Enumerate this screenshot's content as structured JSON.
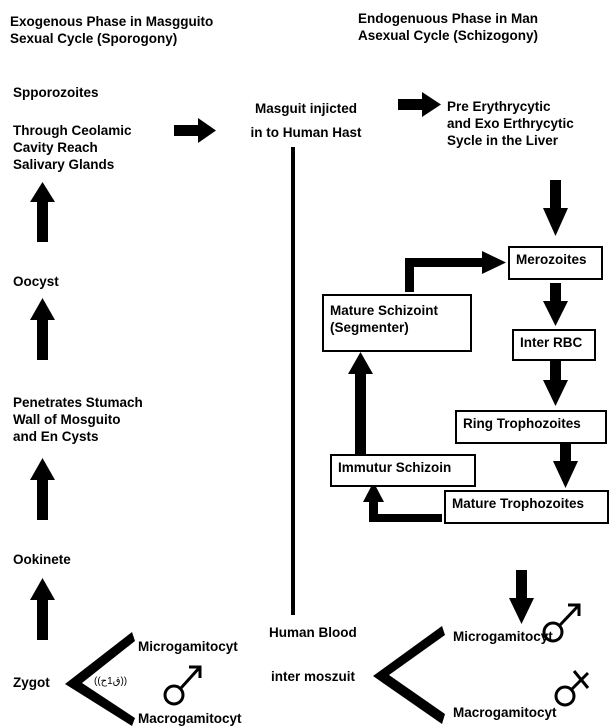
{
  "headers": {
    "left": "Exogenous Phase in Masgguito\n  Sexual Cycle (Sporogony)",
    "right": "Endogenuous Phase in Man\nAsexual Cycle (Schizogony)"
  },
  "exogenous": {
    "sporozoites": "Spporozoites",
    "ceolamic": "Through Ceolamic\nCavity Reach\nSalivary Glands",
    "oocyst": "Oocyst",
    "stomach": "Penetrates Stumach\nWall of Mosguito\nand En Cysts",
    "ookinete": "Ookinete",
    "zygote": "Zygot",
    "symbol": "((ق1ح))",
    "microgametocyte": "Microgamitocyt",
    "macrogametocyte": "Macrogamitocyt"
  },
  "center": {
    "injected": "Masguit injicted\nin to Human Hast",
    "human_blood": "Human Blood",
    "inter_mosquito": "inter moszuit"
  },
  "endogenous": {
    "pre_erythrocytic": "Pre Erythrycytic\nand Exo Erthrycytic\nSycle in the Liver",
    "merozoites": "Merozoites",
    "inter_rbc": "Inter RBC",
    "ring_trophozoites": "Ring Trophozoites",
    "mature_trophozoites": "Mature Trophozoites",
    "immature_schizoint": "Immutur Schizoin",
    "mature_schizoint": "Mature Schizoint\n(Segmenter)",
    "microgametocyte": "Microgamitocyt",
    "macrogametocyte": "Macrogamitocyt"
  }
}
